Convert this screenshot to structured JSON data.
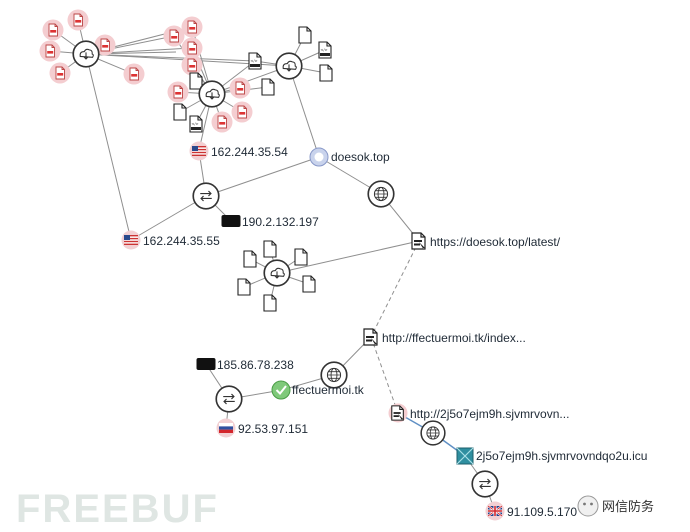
{
  "graph": {
    "nodes": {
      "ip_top": "162.244.35.54",
      "domain_doesok": "doesok.top",
      "ip_black_1": "190.2.132.197",
      "ip_left": "162.244.35.55",
      "url_doesok": "https://doesok.top/latest/",
      "url_ffect": "http://ffectuermoi.tk/index...",
      "ip_black_2": "185.86.78.238",
      "domain_ffect": "ffectuermoi.tk",
      "ip_ru": "92.53.97.151",
      "url_2j5": "http://2j5o7ejm9h.sjvmrvovn...",
      "domain_2j5": "2j5o7ejm9h.sjvmrvovndqo2u.icu",
      "ip_uk": "91.109.5.170"
    }
  },
  "watermark": {
    "text": "FREEBUF"
  },
  "brand": {
    "text": "网信防务"
  },
  "colors": {
    "edge": "#8f8f8f",
    "edge_accent": "#5f8fc4",
    "file_badge": "#f4cdd0",
    "hub_ring": "#444444"
  }
}
